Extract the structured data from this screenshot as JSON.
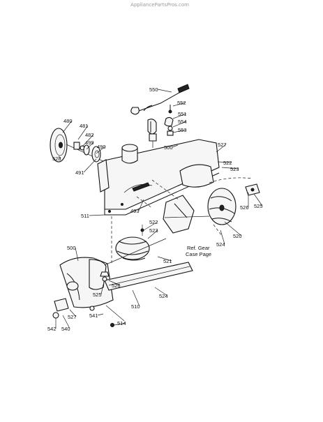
{
  "watermark": "AppliancePartsPros.com",
  "callouts": [
    "550",
    "552",
    "551",
    "554",
    "553",
    "480",
    "481",
    "482",
    "499",
    "490",
    "528",
    "491",
    "500",
    "527",
    "522",
    "523",
    "526",
    "525",
    "493",
    "511",
    "522",
    "523",
    "520",
    "524",
    "500",
    "521",
    "526",
    "525",
    "524",
    "541",
    "510",
    "514",
    "527",
    "540",
    "542"
  ],
  "reference_note": {
    "line1": "Ref. Gear",
    "line2": "Case Page"
  }
}
